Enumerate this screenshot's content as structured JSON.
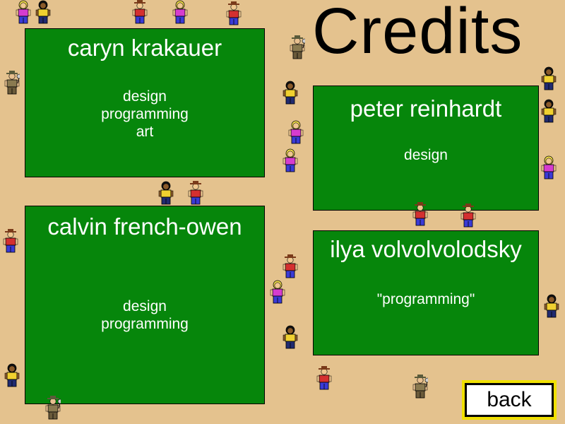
{
  "title": "Credits",
  "credits": [
    {
      "name": "caryn krakauer",
      "roles": [
        "design",
        "programming",
        "art"
      ]
    },
    {
      "name": "peter reinhardt",
      "roles": [
        "design"
      ]
    },
    {
      "name": "calvin french-owen",
      "roles": [
        "design",
        "programming"
      ]
    },
    {
      "name": "ilya volvolvolodsky",
      "roles": [
        "\"programming\""
      ]
    }
  ],
  "back_label": "back",
  "colors": {
    "background": "#e4c28e",
    "card": "#06860b",
    "button_border": "#f0e000"
  },
  "characters": {
    "types": [
      "blonde-person",
      "dark-hair-person",
      "cowboy",
      "explorer-with-net"
    ]
  }
}
